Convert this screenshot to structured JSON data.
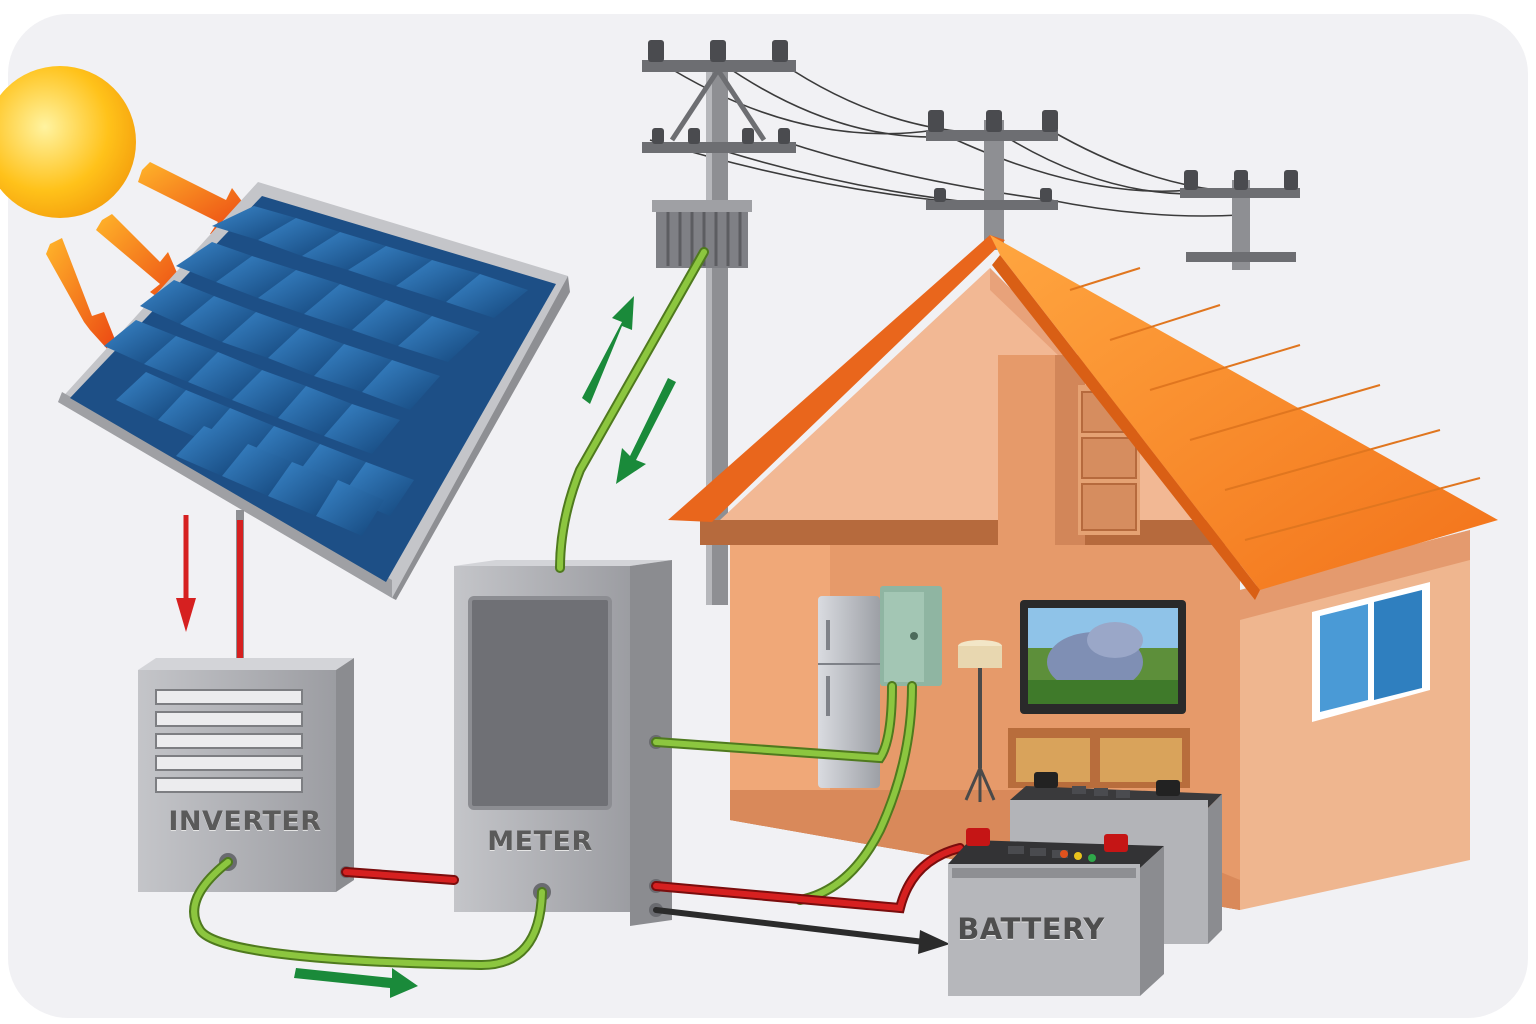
{
  "labels": {
    "inverter": "INVERTER",
    "meter": "METER",
    "battery": "BATTERY"
  },
  "colors": {
    "background": "#f1f1f4",
    "sun": "#ffc21a",
    "solar_panel": "#1f5f9a",
    "roof": "#f5841e",
    "house_wall": "#f2b08a",
    "dc_wire": "#d62020",
    "ac_wire": "#8cc63f",
    "flow_arrow": "#1a8a3a",
    "device_gray": "#a8a9ad"
  },
  "icons": [
    "sun-icon",
    "sunlight-arrow-icon",
    "flow-arrow-icon"
  ]
}
